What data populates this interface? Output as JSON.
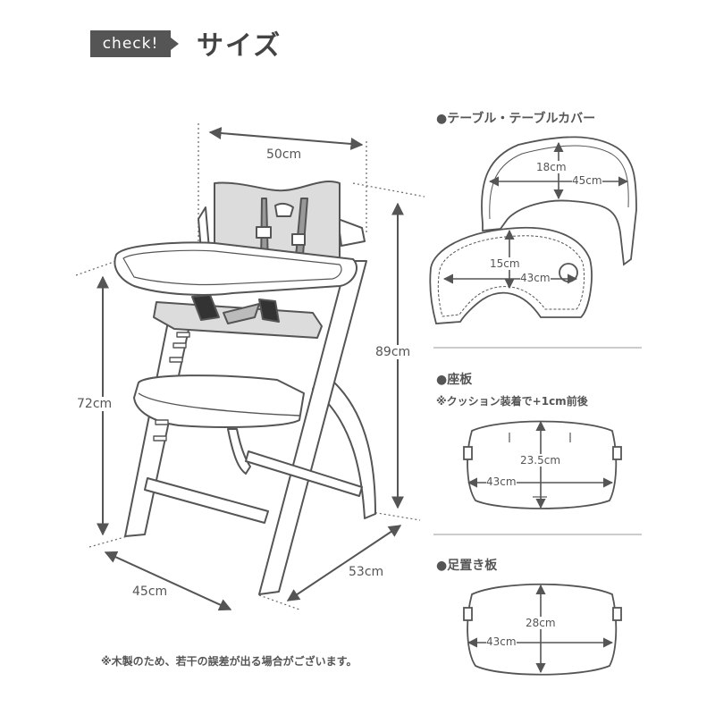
{
  "header": {
    "tag": "check!",
    "title": "サイズ"
  },
  "chair": {
    "width_top": "50cm",
    "height_total": "89cm",
    "height_seat": "72cm",
    "depth_base": "53cm",
    "width_base": "45cm"
  },
  "table": {
    "title": "●テーブル・テーブルカバー",
    "cover_depth": "18cm",
    "cover_width": "45cm",
    "tray_depth": "15cm",
    "tray_width": "43cm"
  },
  "seat": {
    "title": "●座板",
    "note": "※クッション装着で+1cm前後",
    "depth": "23.5cm",
    "width": "43cm"
  },
  "footrest": {
    "title": "●足置き板",
    "depth": "28cm",
    "width": "43cm"
  },
  "footnote": "※木製のため、若干の誤差が出る場合がございます。",
  "colors": {
    "ink": "#555555",
    "cushion": "#dcdcdc",
    "frame": "#ffffff"
  }
}
